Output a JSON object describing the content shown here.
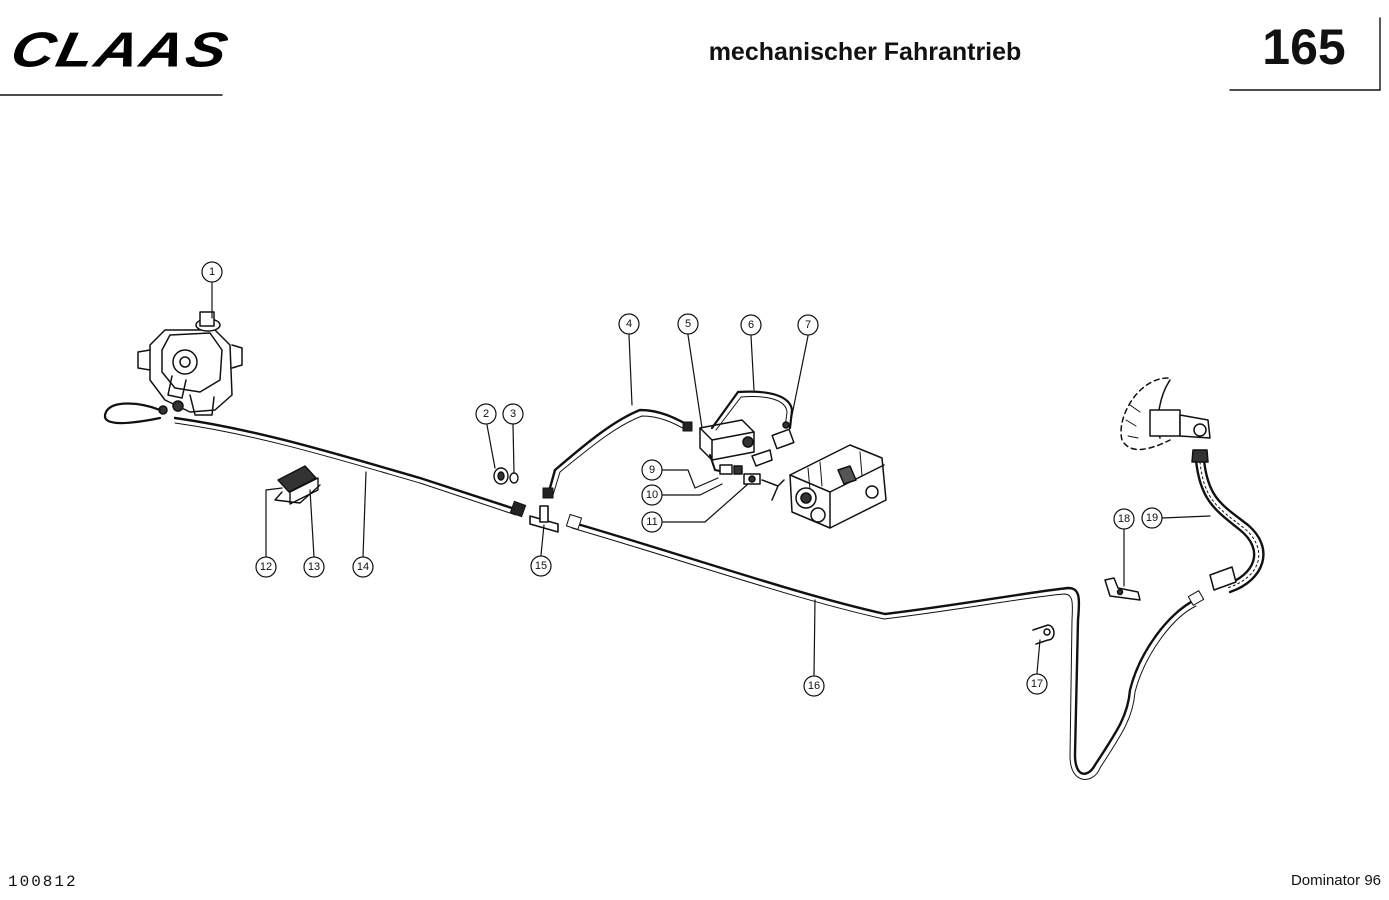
{
  "header": {
    "brand": "CLAAS",
    "title": "mechanischer Fahrantrieb",
    "page_number": "165"
  },
  "footer": {
    "doc_number": "100812",
    "model": "Dominator 96"
  },
  "callouts": {
    "c1": "1",
    "c2": "2",
    "c3": "3",
    "c4": "4",
    "c5": "5",
    "c6": "6",
    "c7": "7",
    "c9": "9",
    "c10": "10",
    "c11": "11",
    "c12": "12",
    "c13": "13",
    "c14": "14",
    "c15": "15",
    "c16": "16",
    "c17": "17",
    "c18": "18",
    "c19": "19"
  }
}
